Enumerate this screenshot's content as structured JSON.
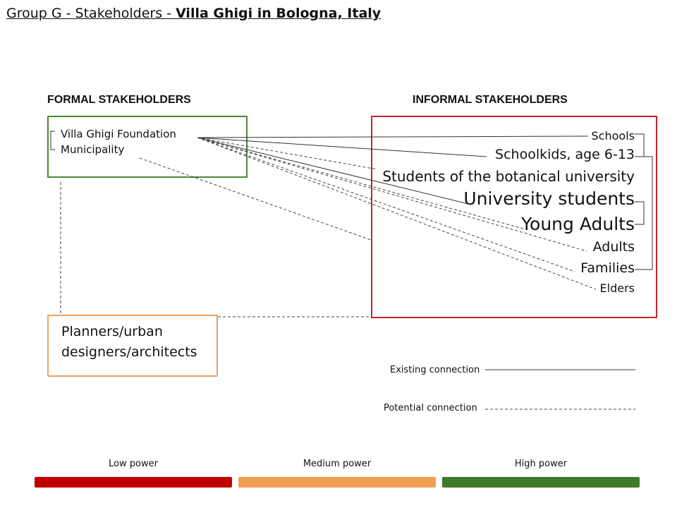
{
  "title": {
    "prefix": "Group G - Stakeholders - ",
    "bold": "Villa Ghigi in Bologna, Italy"
  },
  "formal": {
    "heading": "FORMAL STAKEHOLDERS",
    "items": [
      "Villa Ghigi Foundation",
      "Municipality"
    ]
  },
  "informal": {
    "heading": "INFORMAL STAKEHOLDERS",
    "items": [
      "Schools",
      "Schoolkids, age 6-13",
      "Students of the botanical university",
      "University students",
      "Young Adults",
      "Adults",
      "Families",
      "Elders"
    ]
  },
  "planners": {
    "label": "Planners/urban designers/architects"
  },
  "legend": {
    "existing": "Existing connection",
    "potential": "Potential connection"
  },
  "power": {
    "low": "Low power",
    "medium": "Medium power",
    "high": "High power",
    "colors": {
      "low": "#c00000",
      "medium": "#f0a050",
      "high": "#3d7a2a"
    }
  }
}
